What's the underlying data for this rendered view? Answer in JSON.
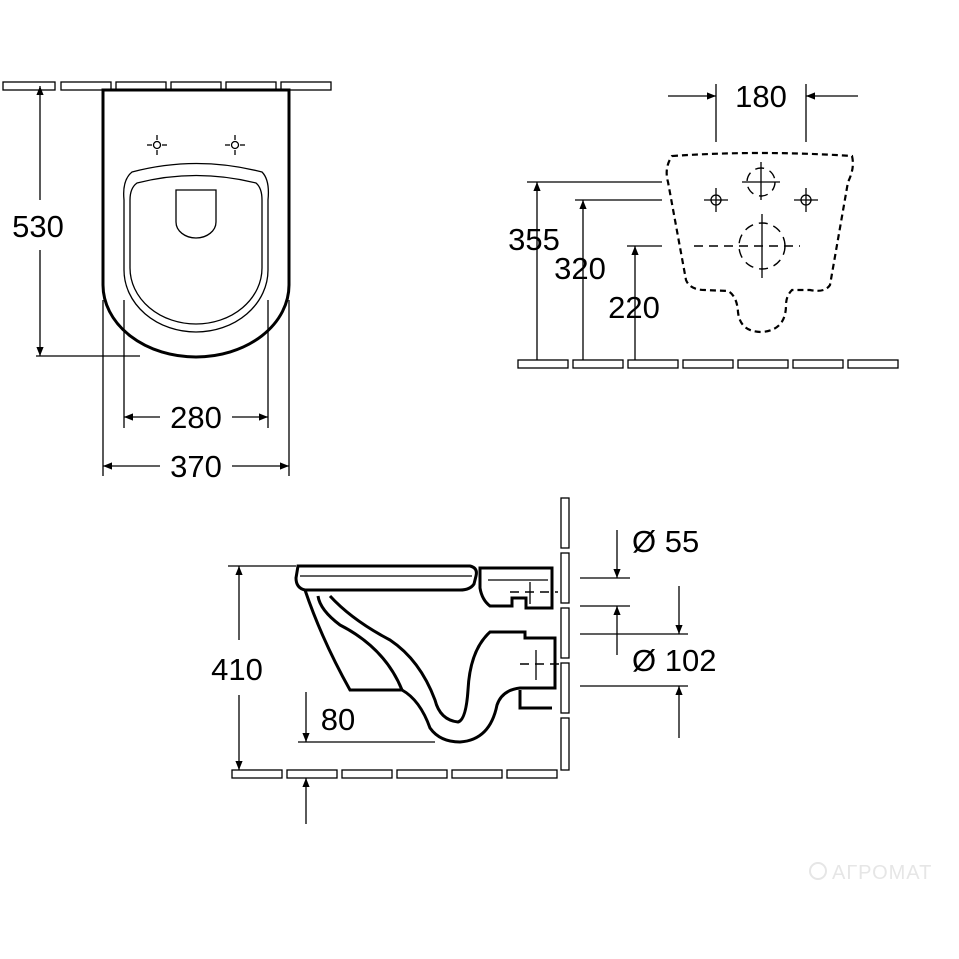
{
  "views": {
    "top": {
      "depth": "530",
      "seat_width": "280",
      "overall_width": "370"
    },
    "rear": {
      "bolt_spacing": "180",
      "height_355": "355",
      "height_320": "320",
      "height_220": "220"
    },
    "side": {
      "height": "410",
      "outlet_diameter": "Ø 102",
      "inlet_diameter": "Ø 55",
      "floor_offset": "80"
    }
  },
  "watermark": "АГРОМАТ"
}
